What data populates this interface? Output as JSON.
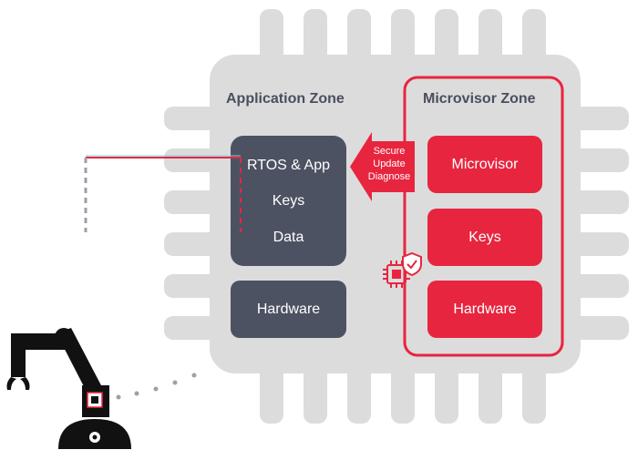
{
  "application_zone": {
    "title": "Application Zone",
    "software_items": [
      "RTOS & App",
      "Keys",
      "Data"
    ],
    "hardware_label": "Hardware"
  },
  "microvisor_zone": {
    "title": "Microvisor Zone",
    "blocks": [
      "Microvisor",
      "Keys",
      "Hardware"
    ]
  },
  "arrow": {
    "lines": [
      "Secure",
      "Update",
      "Diagnose"
    ]
  },
  "colors": {
    "chip_body": "#dcdcdc",
    "app_block": "#4d5263",
    "microvisor_red": "#e8253f",
    "zone_text": "#4a4f5e"
  }
}
